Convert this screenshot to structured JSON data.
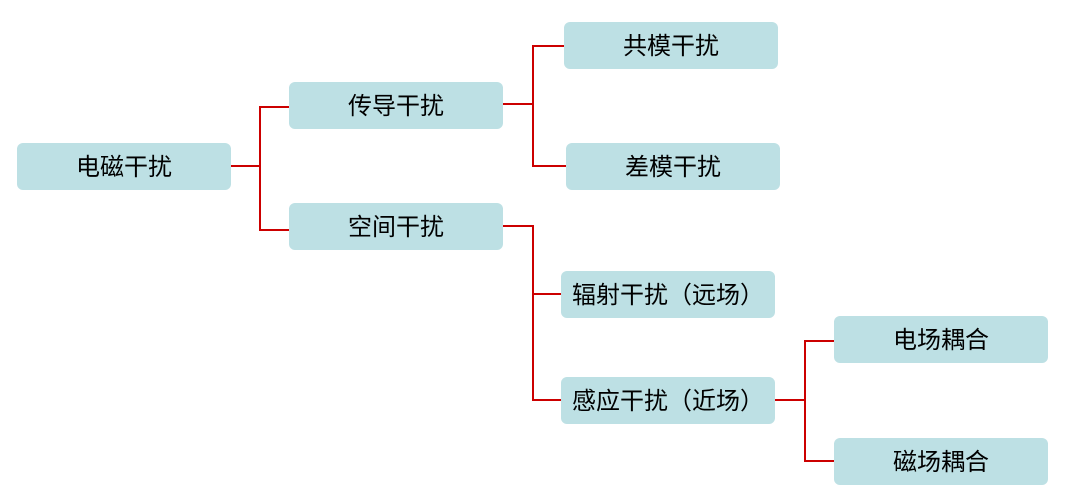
{
  "colors": {
    "node_fill": "#bde0e4",
    "connector": "#cc0000",
    "text": "#000000"
  },
  "nodes": {
    "root": "电磁干扰",
    "conducted": "传导干扰",
    "spatial": "空间干扰",
    "common_mode": "共模干扰",
    "differential_mode": "差模干扰",
    "radiated": "辐射干扰（远场）",
    "induced": "感应干扰（近场）",
    "electric_coupling": "电场耦合",
    "magnetic_coupling": "磁场耦合"
  },
  "edges": [
    [
      "root",
      "conducted"
    ],
    [
      "root",
      "spatial"
    ],
    [
      "conducted",
      "common_mode"
    ],
    [
      "conducted",
      "differential_mode"
    ],
    [
      "spatial",
      "radiated"
    ],
    [
      "spatial",
      "induced"
    ],
    [
      "induced",
      "electric_coupling"
    ],
    [
      "induced",
      "magnetic_coupling"
    ]
  ]
}
